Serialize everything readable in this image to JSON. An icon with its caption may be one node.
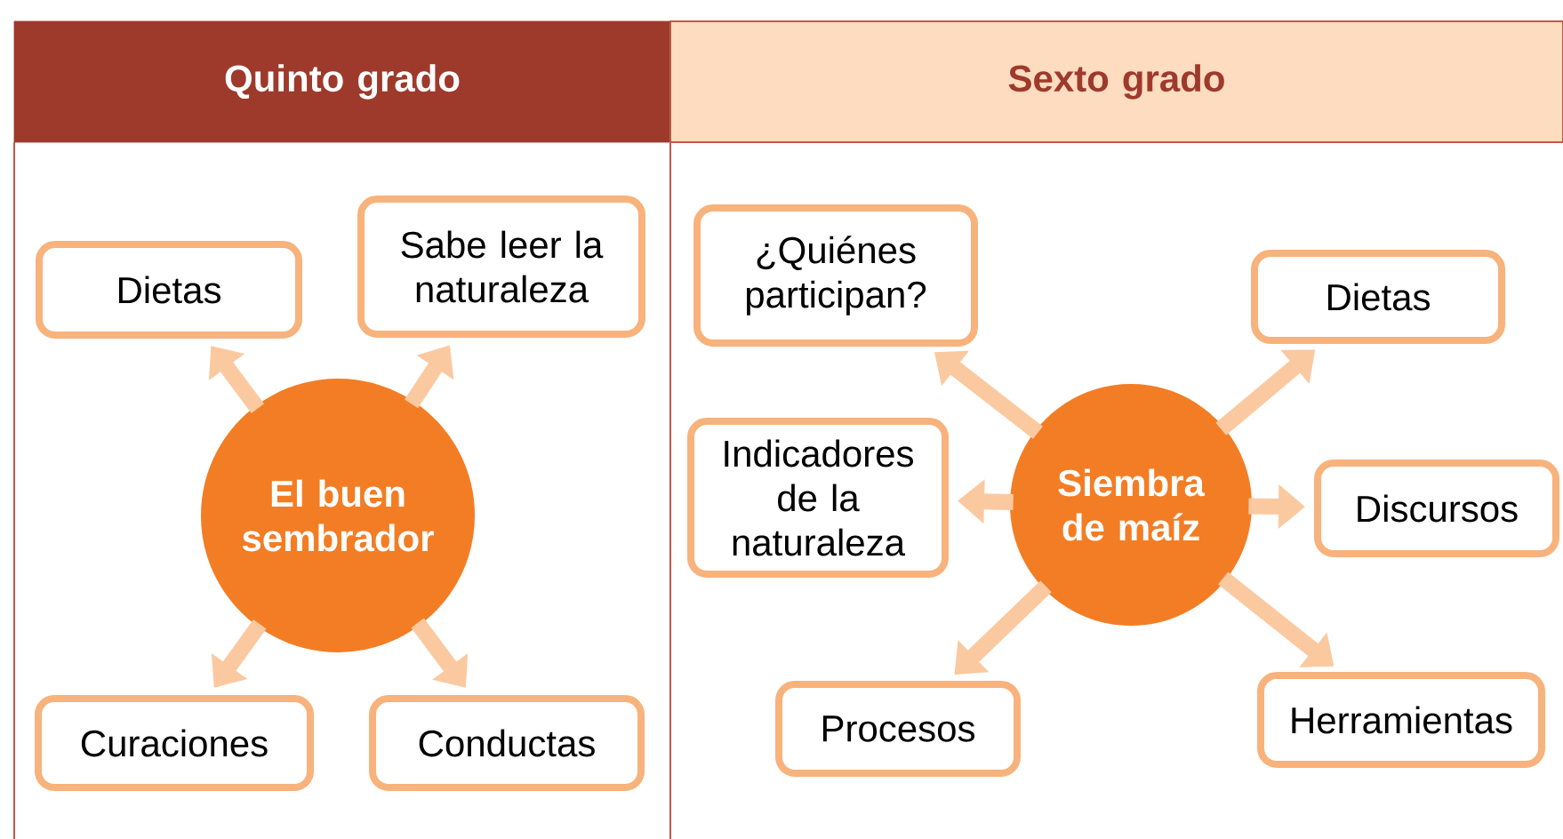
{
  "diagram": {
    "nodes": [
      {
        "text": [
          "Quinto grado"
        ]
      },
      {
        "text": [
          "Sexto grado"
        ]
      },
      {
        "text": [
          "El buen sembrador"
        ]
      },
      {
        "text": [
          "Dietas"
        ]
      },
      {
        "text": [
          "Sabe leer la naturaleza"
        ]
      },
      {
        "text": [
          "Curaciones"
        ]
      },
      {
        "text": [
          "Conductas"
        ]
      },
      {
        "text": [
          "Siembra de maíz"
        ]
      },
      {
        "text": [
          "¿Quiénes participan?"
        ]
      },
      {
        "text": [
          "Dietas"
        ]
      },
      {
        "text": [
          "Indicadores de la naturaleza"
        ]
      },
      {
        "text": [
          "Discursos"
        ]
      },
      {
        "text": [
          "Procesos"
        ]
      },
      {
        "text": [
          "Herramientas"
        ]
      }
    ],
    "edges": [
      {
        "from": 2,
        "to": 3,
        "arrow": "to"
      },
      {
        "from": 2,
        "to": 4,
        "arrow": "to"
      },
      {
        "from": 2,
        "to": 5,
        "arrow": "to"
      },
      {
        "from": 2,
        "to": 6,
        "arrow": "to"
      },
      {
        "from": 7,
        "to": 8,
        "arrow": "to"
      },
      {
        "from": 7,
        "to": 9,
        "arrow": "to"
      },
      {
        "from": 7,
        "to": 10,
        "arrow": "to"
      },
      {
        "from": 7,
        "to": 11,
        "arrow": "to"
      },
      {
        "from": 7,
        "to": 12,
        "arrow": "to"
      },
      {
        "from": 7,
        "to": 13,
        "arrow": "to"
      }
    ]
  }
}
